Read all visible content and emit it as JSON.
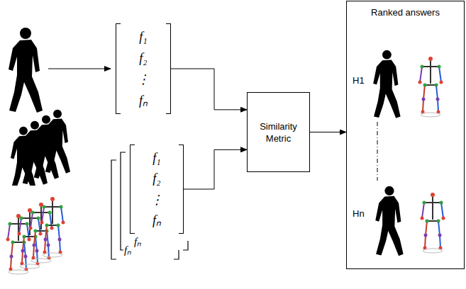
{
  "diagram": {
    "nodes": [
      {
        "text": [
          "f₁",
          "f₂",
          "⋮",
          "fₙ"
        ]
      },
      {
        "text": [
          "f₁",
          "f₂",
          "⋮",
          "fₙ"
        ]
      },
      {
        "text": [
          "Similarity Metric"
        ]
      },
      {
        "text": [
          "Ranked answers",
          "H1",
          "Hn"
        ]
      }
    ],
    "edges": [
      {
        "from": 0,
        "to": 2,
        "arrow": "to"
      },
      {
        "from": 1,
        "to": 2,
        "arrow": "to"
      },
      {
        "from": 2,
        "to": 3,
        "arrow": "to"
      }
    ],
    "labels": [
      "fₙ",
      "fₙ"
    ]
  }
}
